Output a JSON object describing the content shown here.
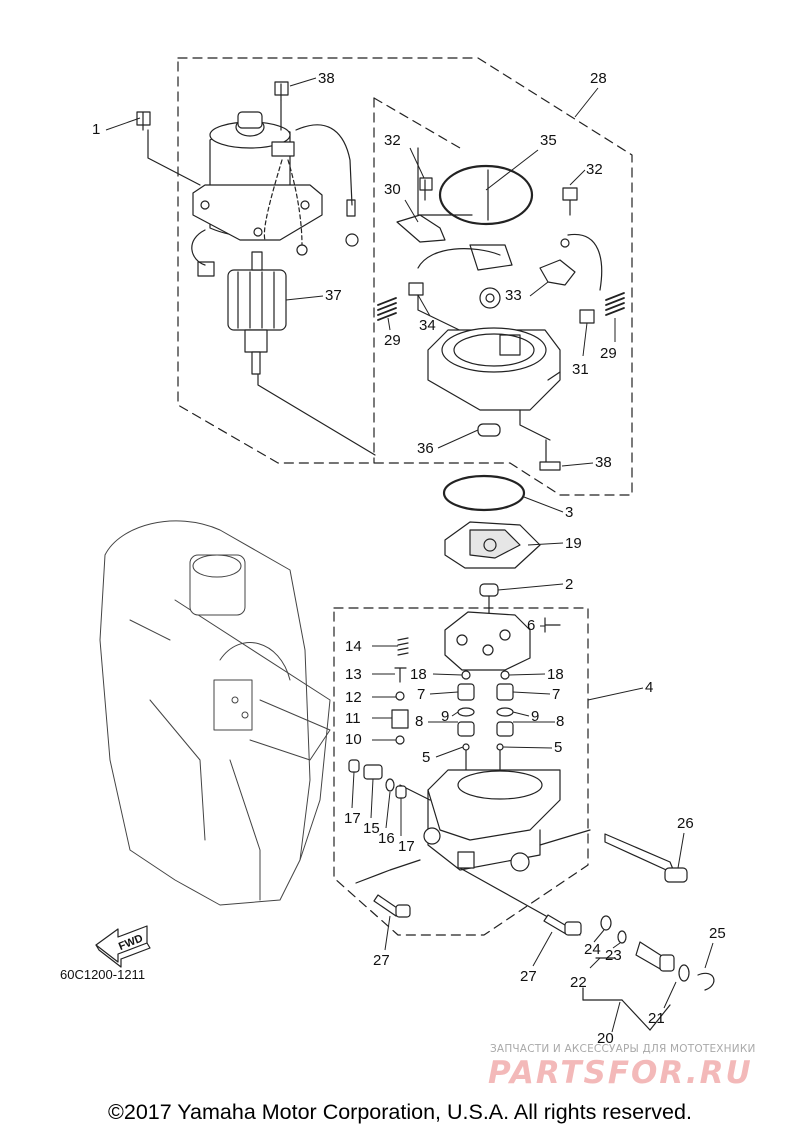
{
  "diagram": {
    "ref_code": "60C1200-1211",
    "fwd_arrow_label": "FWD",
    "callouts": [
      {
        "id": "c1",
        "label": "1"
      },
      {
        "id": "c38a",
        "label": "38"
      },
      {
        "id": "c28",
        "label": "28"
      },
      {
        "id": "c32a",
        "label": "32"
      },
      {
        "id": "c35",
        "label": "35"
      },
      {
        "id": "c32b",
        "label": "32"
      },
      {
        "id": "c30",
        "label": "30"
      },
      {
        "id": "c37",
        "label": "37"
      },
      {
        "id": "c33",
        "label": "33"
      },
      {
        "id": "c34",
        "label": "34"
      },
      {
        "id": "c29a",
        "label": "29"
      },
      {
        "id": "c29b",
        "label": "29"
      },
      {
        "id": "c31",
        "label": "31"
      },
      {
        "id": "c36",
        "label": "36"
      },
      {
        "id": "c38b",
        "label": "38"
      },
      {
        "id": "c3",
        "label": "3"
      },
      {
        "id": "c19",
        "label": "19"
      },
      {
        "id": "c2",
        "label": "2"
      },
      {
        "id": "c6",
        "label": "6"
      },
      {
        "id": "c14",
        "label": "14"
      },
      {
        "id": "c13",
        "label": "13"
      },
      {
        "id": "c18a",
        "label": "18"
      },
      {
        "id": "c18b",
        "label": "18"
      },
      {
        "id": "c4",
        "label": "4"
      },
      {
        "id": "c12",
        "label": "12"
      },
      {
        "id": "c7a",
        "label": "7"
      },
      {
        "id": "c7b",
        "label": "7"
      },
      {
        "id": "c11",
        "label": "11"
      },
      {
        "id": "c9a",
        "label": "9"
      },
      {
        "id": "c8a",
        "label": "8"
      },
      {
        "id": "c9b",
        "label": "9"
      },
      {
        "id": "c8b",
        "label": "8"
      },
      {
        "id": "c10",
        "label": "10"
      },
      {
        "id": "c5a",
        "label": "5"
      },
      {
        "id": "c5b",
        "label": "5"
      },
      {
        "id": "c17a",
        "label": "17"
      },
      {
        "id": "c15",
        "label": "15"
      },
      {
        "id": "c16",
        "label": "16"
      },
      {
        "id": "c17b",
        "label": "17"
      },
      {
        "id": "c26",
        "label": "26"
      },
      {
        "id": "c25",
        "label": "25"
      },
      {
        "id": "c24",
        "label": "24"
      },
      {
        "id": "c23",
        "label": "23"
      },
      {
        "id": "c27a",
        "label": "27"
      },
      {
        "id": "c27b",
        "label": "27"
      },
      {
        "id": "c22",
        "label": "22"
      },
      {
        "id": "c21",
        "label": "21"
      },
      {
        "id": "c20",
        "label": "20"
      }
    ]
  },
  "watermark": {
    "tagline": "ЗАПЧАСТИ И АКСЕССУАРЫ ДЛЯ МОТОТЕХНИКИ",
    "logo": "PARTSFOR.RU"
  },
  "footer": {
    "copyright": "©2017 Yamaha Motor Corporation, U.S.A. All rights reserved."
  }
}
